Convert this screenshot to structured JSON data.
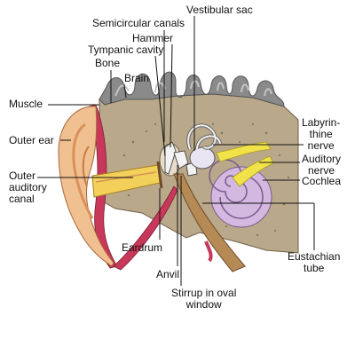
{
  "diagram": {
    "labels": {
      "semicircular_canals": "Semicircular canals",
      "vestibular_sac": "Vestibular sac",
      "hammer": "Hammer",
      "tympanic_cavity": "Tympanic cavity",
      "bone": "Bone",
      "brain": "Brain",
      "muscle": "Muscle",
      "outer_ear": "Outer ear",
      "outer_auditory_canal": [
        "Outer",
        "auditory",
        "canal"
      ],
      "labyrinthine_nerve": [
        "Labyrin-",
        "thine",
        "nerve"
      ],
      "auditory_nerve": [
        "Auditory",
        "nerve"
      ],
      "cochlea": "Cochlea",
      "eardrum": "Eardrum",
      "eustachian_tube": [
        "Eustachian",
        "tube"
      ],
      "anvil": "Anvil",
      "stirrup": [
        "Stirrup in oval",
        "window"
      ]
    },
    "colors": {
      "skin": "#f0c090",
      "skin_shadow": "#d9915a",
      "muscle": "#c8385a",
      "bone": "#b9a98a",
      "brain": "#8a8a8a",
      "brain_light": "#c4c4c4",
      "cochlea": "#d3b8e0",
      "nerve": "#f2e24a",
      "ossicle": "#f2f2f2",
      "canal_yellow": "#f3d05a",
      "tube": "#b58a55"
    }
  }
}
